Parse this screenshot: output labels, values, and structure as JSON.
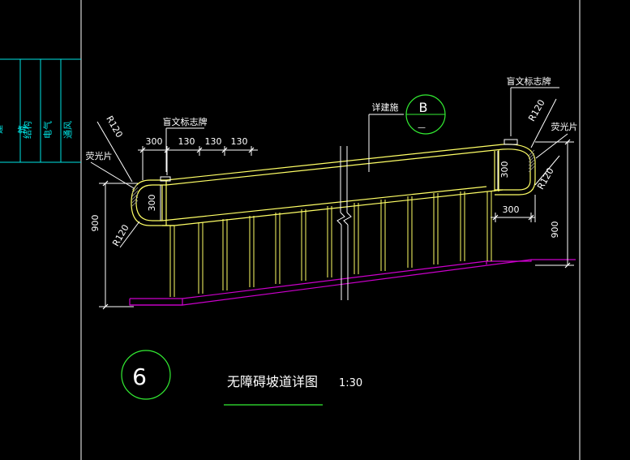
{
  "colors": {
    "background": "#000000",
    "white": "#ffffff",
    "yellow": "#ffff66",
    "green": "#33ee33",
    "cyan": "#00e5e5",
    "magenta": "#cc00cc",
    "gray": "#bbbbbb",
    "hatch": "#999999"
  },
  "title_block": {
    "columns": [
      "建筑",
      "结构",
      "电气",
      "通风"
    ]
  },
  "drawing": {
    "title": "无障碍坡道详图",
    "scale": "1:30",
    "detail_number": "6",
    "section_ref_letter": "B",
    "section_ref_bottom": "—"
  },
  "dimensions": {
    "left_top_segments": [
      "300",
      "130",
      "130",
      "130"
    ],
    "left_handrail_width": "300",
    "left_height": "900",
    "left_radius_top": "R120",
    "left_radius_bottom": "R120",
    "right_handrail_width": "300",
    "right_extension": "300",
    "right_height": "900",
    "right_radius_top": "R120",
    "right_radius_bottom": "R120"
  },
  "annotations": {
    "braille_sign_left": "盲文标志牌",
    "braille_sign_right": "盲文标志牌",
    "reflector_left": "荧光片",
    "reflector_right": "荧光片",
    "see_construction": "详建施"
  }
}
